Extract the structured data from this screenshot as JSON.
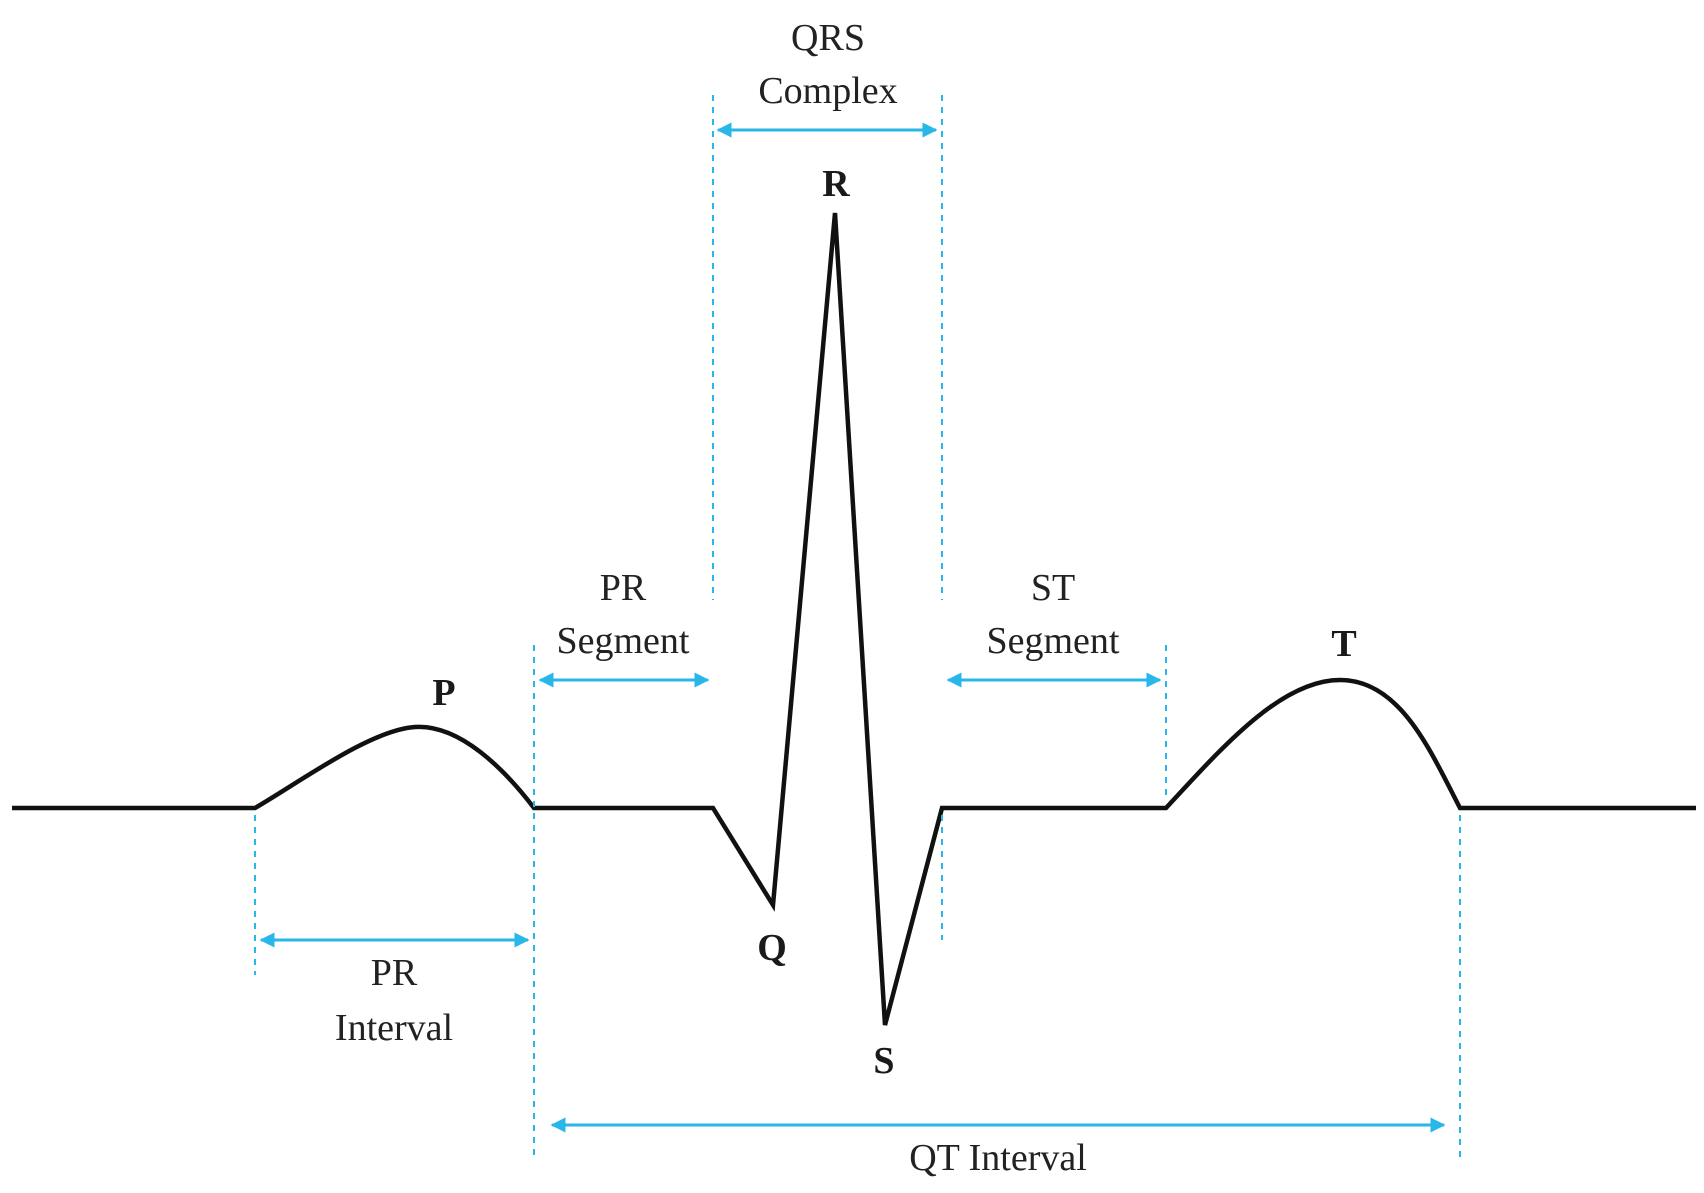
{
  "waves": {
    "p": "P",
    "q": "Q",
    "r": "R",
    "s": "S",
    "t": "T"
  },
  "intervals": {
    "qrs_complex": [
      "QRS",
      "Complex"
    ],
    "pr_segment": [
      "PR",
      "Segment"
    ],
    "st_segment": [
      "ST",
      "Segment"
    ],
    "pr_interval": [
      "PR",
      "Interval"
    ],
    "qt_interval": "QT Interval"
  },
  "colors": {
    "trace": "#111111",
    "annotation": "#29b6e8"
  }
}
